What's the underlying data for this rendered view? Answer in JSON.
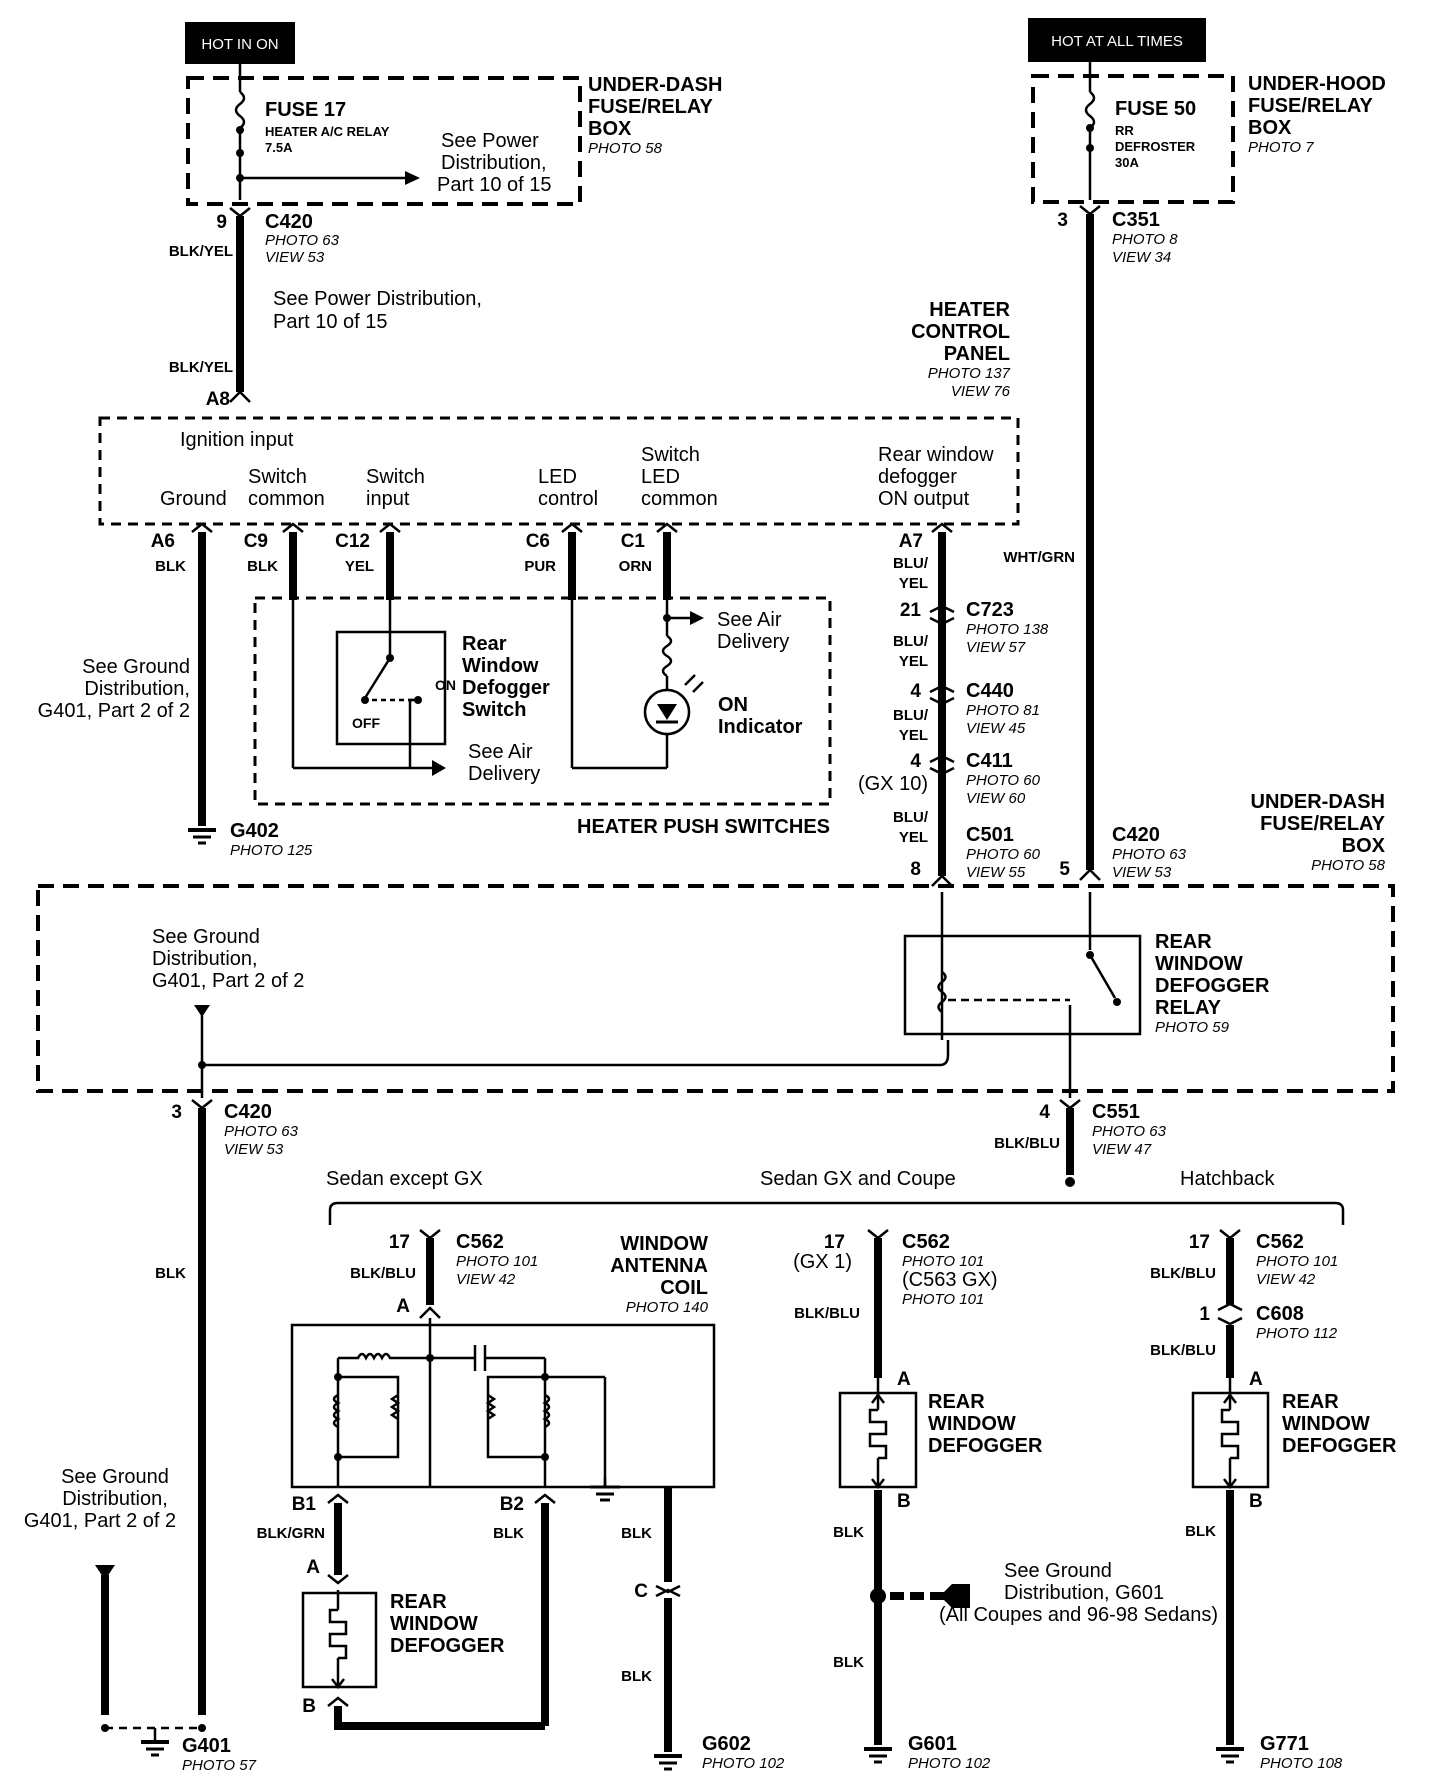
{
  "power": {
    "hot_in_on": "HOT IN ON",
    "hot_at_all_times": "HOT AT ALL TIMES"
  },
  "under_dash_box": {
    "title1": "UNDER-DASH",
    "title2": "FUSE/RELAY",
    "title3": "BOX",
    "photo": "PHOTO 58",
    "fuse_name": "FUSE 17",
    "fuse_desc": "HEATER A/C RELAY",
    "fuse_amp": "7.5A",
    "see1": "See Power",
    "see2": "Distribution,",
    "see3": "Part 10 of 15"
  },
  "under_hood_box": {
    "title1": "UNDER-HOOD",
    "title2": "FUSE/RELAY",
    "title3": "BOX",
    "photo": "PHOTO 7",
    "fuse_name": "FUSE 50",
    "fuse_desc1": "RR",
    "fuse_desc2": "DEFROSTER",
    "fuse_amp": "30A"
  },
  "c420_top": {
    "pin": "9",
    "name": "C420",
    "photo": "PHOTO 63",
    "view": "VIEW 53"
  },
  "c351": {
    "pin": "3",
    "name": "C351",
    "photo": "PHOTO 8",
    "view": "VIEW 34"
  },
  "wires": {
    "blk_yel": "BLK/YEL",
    "blk": "BLK",
    "yel": "YEL",
    "pur": "PUR",
    "orn": "ORN",
    "blu": "BLU/",
    "yel2": "YEL",
    "wht_grn": "WHT/GRN",
    "blk_blu": "BLK/BLU",
    "blk_grn": "BLK/GRN"
  },
  "see_power_mid": {
    "line1": "See Power Distribution,",
    "line2": "Part 10 of 15"
  },
  "heater_panel": {
    "title1": "HEATER",
    "title2": "CONTROL",
    "title3": "PANEL",
    "photo": "PHOTO 137",
    "view": "VIEW 76",
    "a8": "A8",
    "ignition": "Ignition input",
    "ground": "Ground",
    "switch_common1": "Switch",
    "switch_common2": "common",
    "switch_input1": "Switch",
    "switch_input2": "input",
    "led_control1": "LED",
    "led_control2": "control",
    "switch_led1": "Switch",
    "switch_led2": "LED",
    "switch_led3": "common",
    "rear_out1": "Rear window",
    "rear_out2": "defogger",
    "rear_out3": "ON output",
    "a6": "A6",
    "c9": "C9",
    "c12": "C12",
    "c6": "C6",
    "c1": "C1",
    "a7": "A7"
  },
  "push_switches": {
    "title": "HEATER PUSH SWITCHES",
    "sw1": "Rear",
    "sw2": "Window",
    "sw3": "Defogger",
    "sw4": "Switch",
    "on": "ON",
    "off": "OFF",
    "see_air1": "See Air",
    "see_air2": "Delivery",
    "see_air3": "See Air",
    "see_air4": "Delivery",
    "ind1": "ON",
    "ind2": "Indicator"
  },
  "ground_left": {
    "line1": "See Ground",
    "line2": "Distribution,",
    "line3": "G401, Part 2 of 2"
  },
  "g402": {
    "name": "G402",
    "photo": "PHOTO 125"
  },
  "connectors_mid": {
    "c723_pin": "21",
    "c723": "C723",
    "c723_photo": "PHOTO 138",
    "c723_view": "VIEW 57",
    "c440_pin": "4",
    "c440": "C440",
    "c440_photo": "PHOTO 81",
    "c440_view": "VIEW 45",
    "c411_pin": "4",
    "c411_gx": "(GX 10)",
    "c411": "C411",
    "c411_photo": "PHOTO 60",
    "c411_view": "VIEW 60",
    "c501_pin": "8",
    "c501": "C501",
    "c501_photo": "PHOTO 60",
    "c501_view": "VIEW 55",
    "c420_pin": "5",
    "c420": "C420",
    "c420_photo": "PHOTO 63",
    "c420_view": "VIEW 53"
  },
  "under_dash_lower": {
    "title1": "UNDER-DASH",
    "title2": "FUSE/RELAY",
    "title3": "BOX",
    "photo": "PHOTO 58"
  },
  "relay": {
    "t1": "REAR",
    "t2": "WINDOW",
    "t3": "DEFOGGER",
    "t4": "RELAY",
    "photo": "PHOTO 59"
  },
  "ground_mid": {
    "line1": "See Ground",
    "line2": "Distribution,",
    "line3": "G401, Part 2 of 2"
  },
  "c420_lower": {
    "pin": "3",
    "name": "C420",
    "photo": "PHOTO 63",
    "view": "VIEW 53"
  },
  "c551": {
    "pin": "4",
    "name": "C551",
    "photo": "PHOTO 63",
    "view": "VIEW 47"
  },
  "variants": {
    "sedan_except_gx": "Sedan except GX",
    "sedan_gx_coupe": "Sedan GX and Coupe",
    "hatchback": "Hatchback"
  },
  "left_branch": {
    "pin": "17",
    "name": "C562",
    "photo": "PHOTO 101",
    "view": "VIEW 42",
    "ant1": "WINDOW",
    "ant2": "ANTENNA",
    "ant3": "COIL",
    "ant_photo": "PHOTO 140",
    "a": "A",
    "b1": "B1",
    "b2": "B2",
    "c": "C",
    "def1": "REAR",
    "def2": "WINDOW",
    "def3": "DEFOGGER",
    "def_a": "A",
    "def_b": "B",
    "g602": "G602",
    "g602_photo": "PHOTO 102"
  },
  "mid_branch": {
    "pin": "17",
    "gx": "(GX 1)",
    "name": "C562",
    "photo": "PHOTO 101",
    "alt": "(C563 GX)",
    "alt_photo": "PHOTO 101",
    "a": "A",
    "b": "B",
    "def1": "REAR",
    "def2": "WINDOW",
    "def3": "DEFOGGER",
    "see1": "See Ground",
    "see2": "Distribution, G601",
    "see3": "(All Coupes and 96-98 Sedans)",
    "g601": "G601",
    "g601_photo": "PHOTO 102"
  },
  "right_branch": {
    "pin": "17",
    "name": "C562",
    "photo": "PHOTO 101",
    "view": "VIEW 42",
    "pin2": "1",
    "name2": "C608",
    "photo2": "PHOTO 112",
    "a": "A",
    "b": "B",
    "def1": "REAR",
    "def2": "WINDOW",
    "def3": "DEFOGGER",
    "g771": "G771",
    "g771_photo": "PHOTO 108"
  },
  "ground_bottom": {
    "line1": "See Ground",
    "line2": "Distribution,",
    "line3": "G401, Part 2 of 2"
  },
  "g401": {
    "name": "G401",
    "photo": "PHOTO 57"
  }
}
